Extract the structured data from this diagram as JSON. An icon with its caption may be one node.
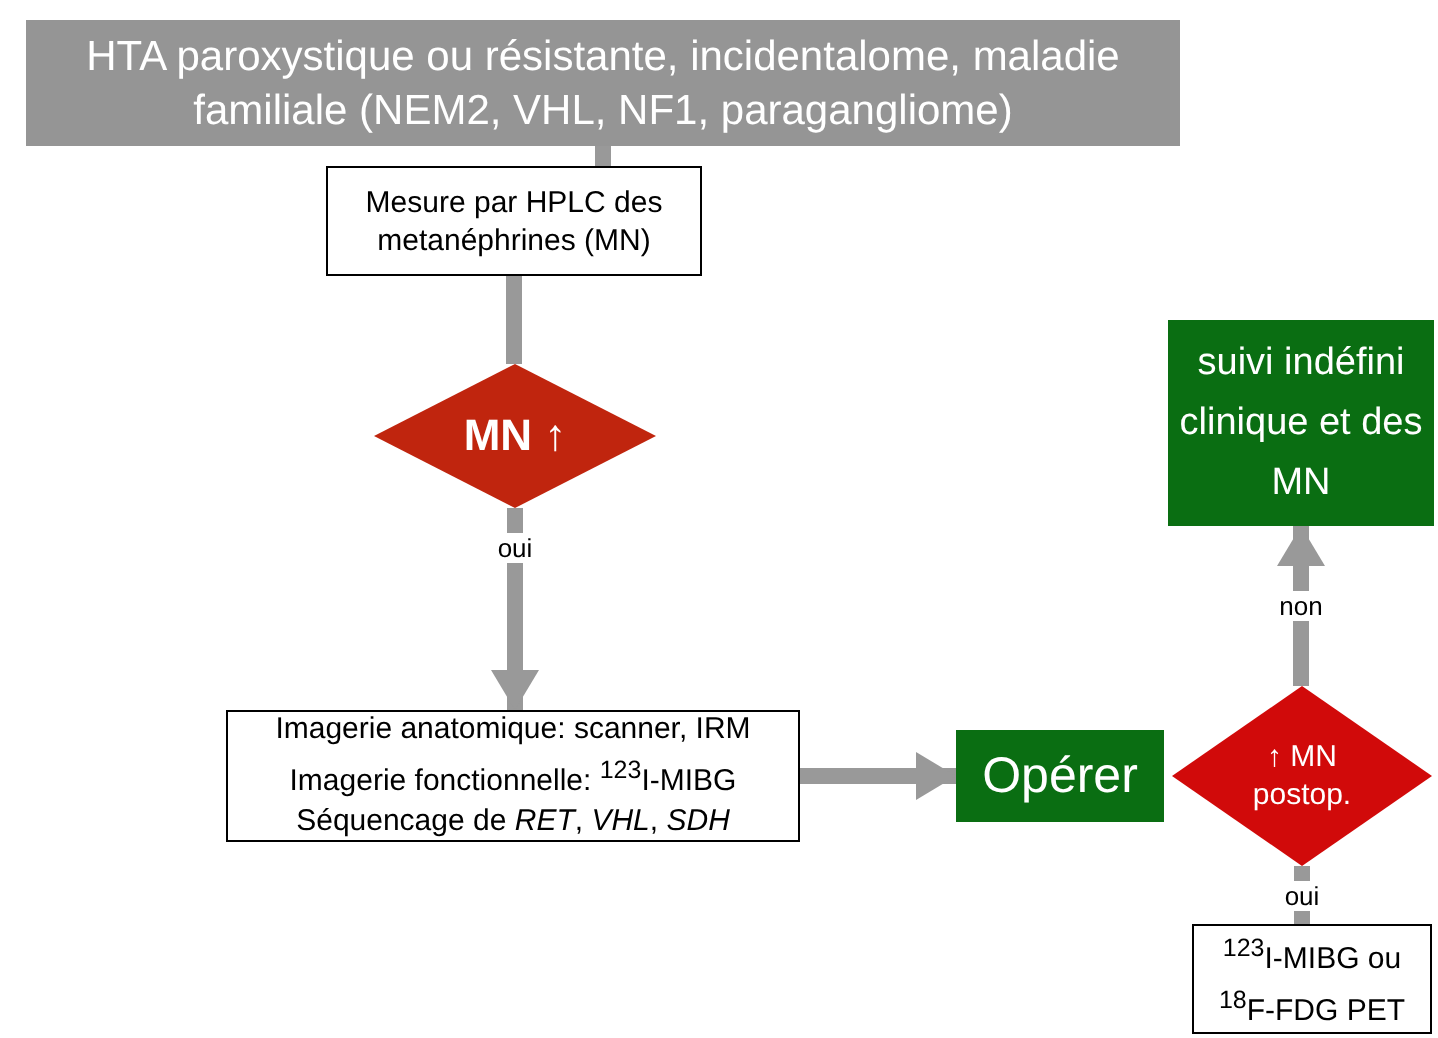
{
  "diagram": {
    "nodes": [
      {
        "text": [
          "HTA paroxystique ou résistante, incidentalome, maladie familiale (NEM2, VHL, NF1, paragangliome)"
        ]
      },
      {
        "text": [
          "Mesure par HPLC des metanéphrines (MN)"
        ]
      },
      {
        "text": [
          "MN ↑"
        ]
      },
      {
        "text": [
          "Imagerie anatomique: scanner, IRM",
          "Imagerie fonctionnelle: $^{123}$I-MIBG",
          "Séquencage de *RET*, *VHL*, *SDH*"
        ]
      },
      {
        "text": [
          "Opérer"
        ]
      },
      {
        "text": [
          "↑ MN postop."
        ]
      },
      {
        "text": [
          "suivi indéfini clinique et des MN"
        ]
      },
      {
        "text": [
          "$^{123}$I-MIBG ou $^{18}$F-FDG PET"
        ]
      }
    ],
    "edges": [
      {
        "from": 0,
        "to": 1,
        "arrow": "none"
      },
      {
        "from": 1,
        "to": 2,
        "arrow": "none"
      },
      {
        "from": 2,
        "to": 3,
        "arrow": "to",
        "label": "oui"
      },
      {
        "from": 3,
        "to": 4,
        "arrow": "to"
      },
      {
        "from": 5,
        "to": 6,
        "arrow": "to",
        "label": "non"
      },
      {
        "from": 5,
        "to": 7,
        "arrow": "none",
        "label": "oui"
      }
    ]
  }
}
